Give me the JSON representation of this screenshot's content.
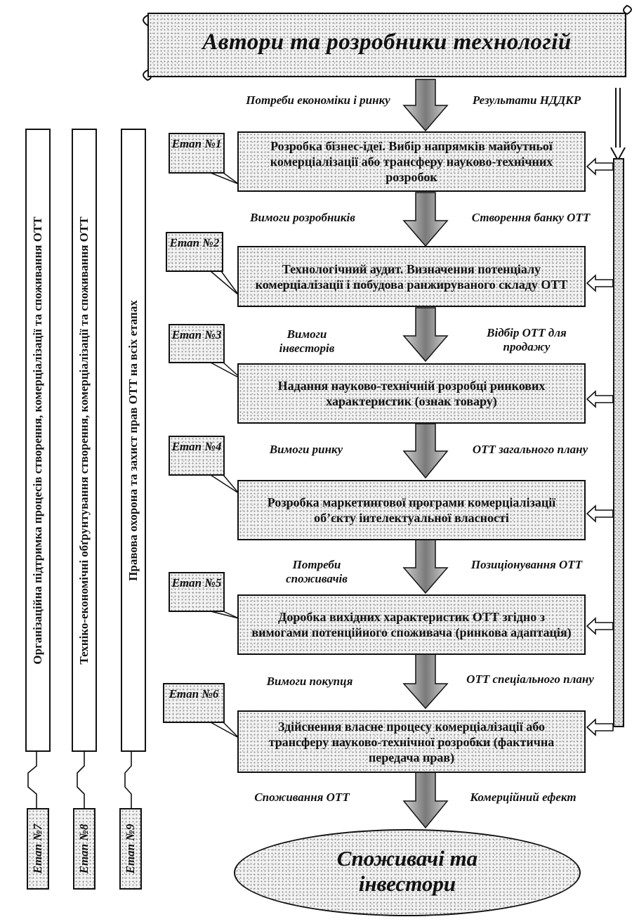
{
  "header": {
    "title": "Автори та розробники технологій"
  },
  "footer": {
    "title_line1": "Споживачі та",
    "title_line2": "інвестори"
  },
  "steps": [
    {
      "stage": "Етап №1",
      "text": "Розробка бізнес-ідеї. Вибір напрямків майбутньої  комерціалізації або трансферу науково-технічних розробок",
      "left_label": "Потреби економіки і ринку",
      "right_label": "Результати НДДКР"
    },
    {
      "stage": "Етап №2",
      "text": "Технологічний аудит. Визначення потенціалу комерціалізації і побудова ранжируваного складу ОТТ",
      "left_label": "Вимоги розробників",
      "right_label": "Створення банку ОТТ"
    },
    {
      "stage": "Етап №3",
      "text": "Надання науково-технічній розробці ринкових характеристик (ознак товару)",
      "left_label": "Вимоги інвесторів",
      "right_label": "Відбір ОТТ для продажу"
    },
    {
      "stage": "Етап №4",
      "text": "Розробка маркетингової програми комерціалізації об’єкту інтелектуальної власності",
      "left_label": "Вимоги ринку",
      "right_label": "ОТТ загального плану"
    },
    {
      "stage": "Етап №5",
      "text": "Доробка вихідних характеристик ОТТ згідно з вимогами потенційного споживача (ринкова адаптація)",
      "left_label": "Потреби споживачів",
      "right_label": "Позиціонування ОТТ"
    },
    {
      "stage": "Етап №6",
      "text": "Здійснення власне процесу комерціалізації або трансферу науково-технічної розробки (фактична передача прав)",
      "left_label": "Вимоги покупця",
      "right_label": "ОТТ спеціального плану"
    }
  ],
  "final_labels": {
    "left": "Споживання ОТТ",
    "right": "Комерційний ефект"
  },
  "side_columns": [
    {
      "text": "Організаційна підтримка процесів створення, комерціалізації та споживання ОТТ",
      "stage": "Етап №7"
    },
    {
      "text": "Техніко-економічні обґрунтування створення, комерціалізації та споживання ОТТ",
      "stage": "Етап №8"
    },
    {
      "text": "Правова охорона та захист прав ОТТ на всіх етапах",
      "stage": "Етап №9"
    }
  ]
}
